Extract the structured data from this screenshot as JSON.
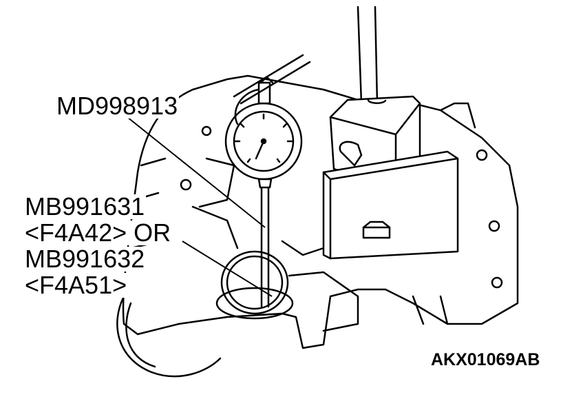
{
  "callouts": {
    "top_tool": "MD998913",
    "side_tool_line1": "MB991631",
    "side_tool_line2": "<F4A42> OR",
    "side_tool_line3": "MB991632",
    "side_tool_line4": "<F4A51>"
  },
  "figure_code": "AKX01069AB",
  "colors": {
    "ink": "#000000",
    "paper": "#ffffff"
  },
  "icons": [
    "dial-indicator-icon",
    "magnetic-stand-icon",
    "transaxle-case-icon"
  ]
}
